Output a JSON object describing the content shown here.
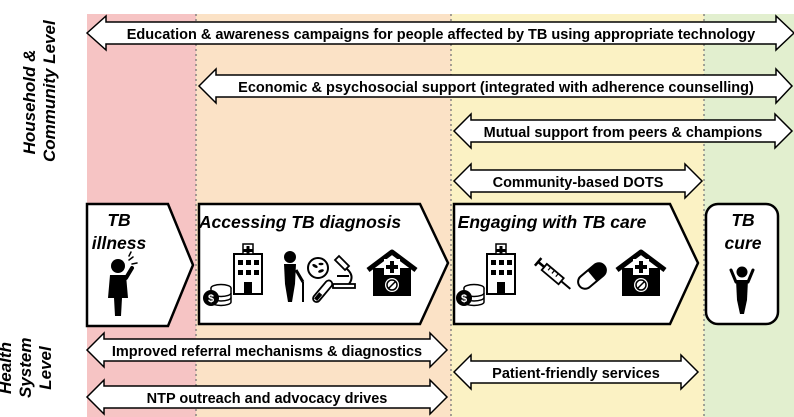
{
  "levels": {
    "household": [
      "Household &",
      "Community Level"
    ],
    "health": [
      "Health",
      "System",
      "Level"
    ]
  },
  "stages": {
    "illness": [
      "TB",
      "illness"
    ],
    "diagnosis": "Accessing TB diagnosis",
    "care": "Engaging with TB care",
    "cure": [
      "TB",
      "cure"
    ]
  },
  "interventions": {
    "education": "Education & awareness campaigns for people affected by TB using appropriate technology",
    "economic": "Economic & psychosocial support (integrated with adherence counselling)",
    "mutual": "Mutual support from peers & champions",
    "dots": "Community-based DOTS",
    "referral": "Improved referral mechanisms & diagnostics",
    "patient_friendly": "Patient-friendly services",
    "ntp": "NTP outreach and advocacy drives"
  },
  "colors": {
    "zone_illness": "#f6c4c4",
    "zone_diagnosis": "#fbe2c6",
    "zone_care": "#fbf2c4",
    "zone_cure": "#e2efcf",
    "arrow_fill": "#ffffff",
    "stroke": "#000000"
  },
  "icons": {
    "illness": [
      "coughing-person-icon"
    ],
    "diagnosis": [
      "coins-icon",
      "hospital-building-icon",
      "sick-person-icon",
      "bacteria-icon",
      "microscope-icon",
      "test-tube-icon",
      "clinic-icon"
    ],
    "care": [
      "coins-icon",
      "hospital-building-icon",
      "syringe-icon",
      "pill-icon",
      "clinic-icon"
    ],
    "cure": [
      "healthy-person-icon"
    ]
  }
}
